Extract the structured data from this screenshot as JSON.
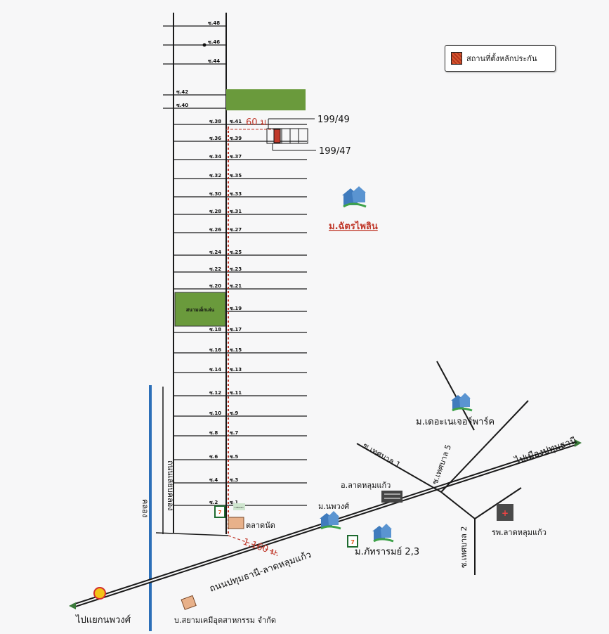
{
  "legend": {
    "label": "สถานที่ตั้งหลักประกัน",
    "swatch_color": "#c0392b"
  },
  "sois_left": [
    "ซ.48",
    "ซ.46",
    "ซ.44",
    "ซ.42",
    "ซ.40",
    "ซ.38",
    "ซ.36",
    "ซ.34",
    "ซ.32",
    "ซ.30",
    "ซ.28",
    "ซ.26",
    "ซ.24",
    "ซ.22",
    "ซ.20",
    "ซ.18",
    "ซ.16",
    "ซ.14",
    "ซ.12",
    "ซ.10",
    "ซ.8",
    "ซ.6",
    "ซ.4",
    "ซ.2"
  ],
  "sois_right": [
    "ซ.41",
    "ซ.39",
    "ซ.37",
    "ซ.35",
    "ซ.33",
    "ซ.31",
    "ซ.27",
    "ซ.25",
    "ซ.23",
    "ซ.21",
    "ซ.19",
    "ซ.17",
    "ซ.15",
    "ซ.13",
    "ซ.11",
    "ซ.9",
    "ซ.7",
    "ซ.5",
    "ซ.3",
    "ซ.1"
  ],
  "distances": {
    "soi_to_site": "60 ม.",
    "main_road_to_soi": "1,160 ม."
  },
  "plots": {
    "upper": "199/49",
    "lower": "199/47"
  },
  "places": {
    "village_main": "ม.ฉัตรไพลิน",
    "playground": "สนามเด็กเล่น",
    "canal_road": "ถนนเลียบคลอง",
    "canal": "คลอง",
    "market": "ตลาดนัด",
    "main_road": "ถนนปทุมธานี-ลาดหลุมแก้ว",
    "to_pathum": "ไปเมืองปทุมธานี",
    "to_nopphawong": "ไปแยกนพวงศ์",
    "factory": "บ.สยามเคมีอุตสาหกรรม จำกัด",
    "village_nature": "ม.เดอะเนเจอร์พาร์ค",
    "district_office": "อ.ลาดหลุมแก้ว",
    "village_nopphawong": "ม.นพวงศ์",
    "village_phatharam": "ม.ภัทรารมย์ 2,3",
    "hospital": "รพ.ลาดหลุมแก้ว",
    "thesaban1": "ซ.เทศบาล 1",
    "thesaban5": "ซ.เทศบาล 5",
    "thesaban2": "ซ.เทศบาล 2",
    "store_sign": "7-Eleven"
  },
  "colors": {
    "road": "#1a1a1a",
    "canal": "#2c6fb8",
    "green": "#6a9a3c",
    "house": "#3f7bbd",
    "highlight": "#c0392b"
  }
}
